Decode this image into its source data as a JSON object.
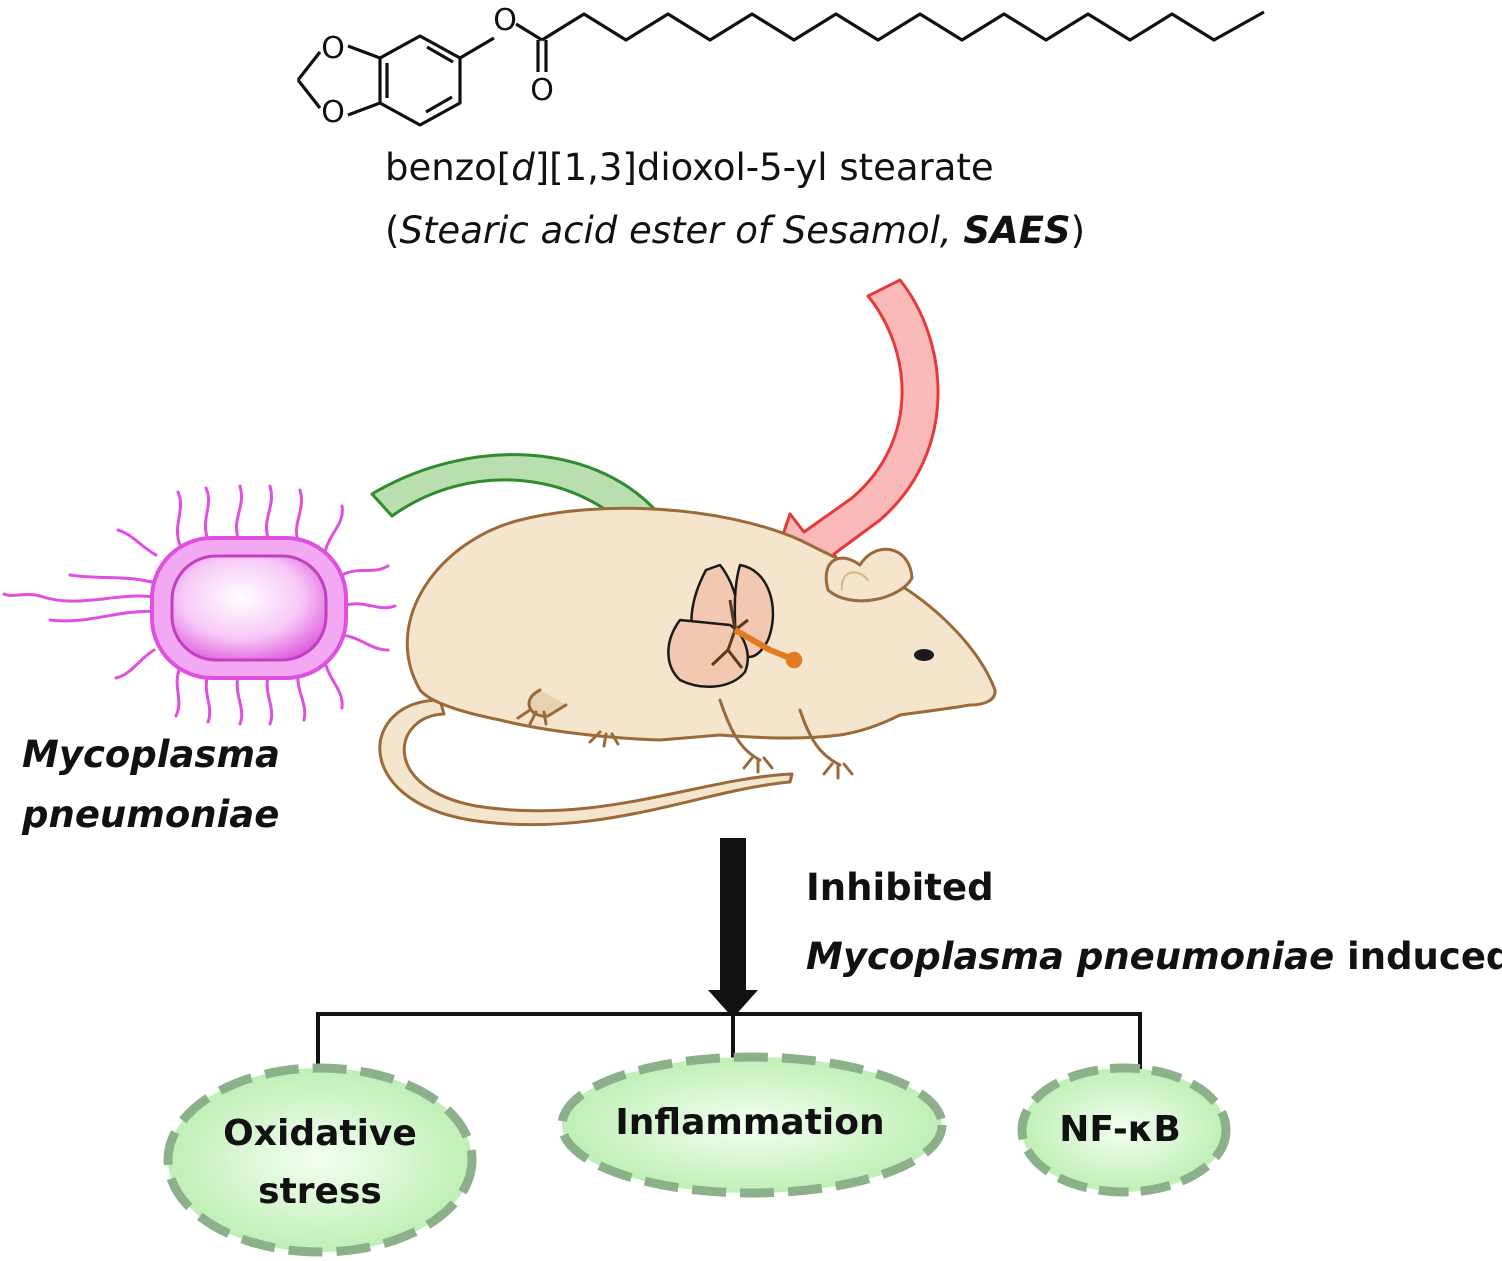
{
  "compound": {
    "name_prefix": "benzo[",
    "name_italic": "d",
    "name_suffix": "][1,3]dioxol-5-yl stearate",
    "alias_open": "(",
    "alias_italic": "Stearic acid ester of Sesamol, ",
    "alias_bold": "SAES",
    "alias_close": ")",
    "atoms": [
      "O",
      "O",
      "O",
      "O"
    ]
  },
  "organism": {
    "line1": "Mycoplasma",
    "line2": "pneumoniae"
  },
  "effect": {
    "line1": "Inhibited",
    "line2_italic": "Mycoplasma pneumoniae",
    "line2_rest": " induced"
  },
  "outcomes": [
    {
      "line1": "Oxidative",
      "line2": "stress"
    },
    {
      "line1": "Inflammation"
    },
    {
      "line1": "NF-κB"
    }
  ],
  "colors": {
    "red_arrow": "#e8383a",
    "red_arrow_fill": "#f8b9b8",
    "green_arrow": "#2e8b2e",
    "green_arrow_fill": "#b9dfb0",
    "bacterium": "#e04fe0",
    "mouse_outline": "#9a6a3a",
    "mouse_fill": "#f4e5cc",
    "oval_fill": "#ccf5c2",
    "oval_dash": "#8cb08a"
  },
  "icons": [
    "chemical-structure-icon",
    "bacterium-icon",
    "mouse-icon",
    "lung-icon"
  ]
}
